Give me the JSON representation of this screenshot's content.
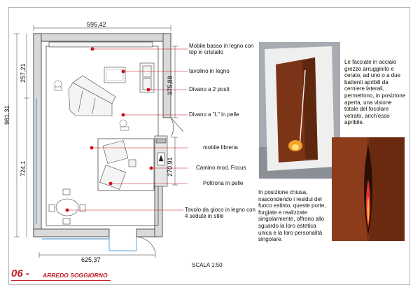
{
  "dimensions": {
    "top": "595,42",
    "bottom": "625,37",
    "left_total": "981,31",
    "left_upper": "257,21",
    "left_lower": "724,1",
    "right_upper": "375,88",
    "right_lower": "270,91"
  },
  "callouts": [
    "Mobile basso in legno con top in cristallo",
    "tavolino in legno",
    "Divano a 2 posti",
    "Divano a \"L\" in pelle",
    "mobile libreria",
    "Camino mod. Focus",
    "Poltrona  in pelle",
    "Tavolo da gioco in legno con 4 sedute in stile"
  ],
  "description_top": "Le facciate in acciaio grezzo arrugginito e cerato, ad uno o a due battenti apribili da cerniere laterali, permettono, in posizione aperta, una visione totale del focolare vetrato, anch'esso apribile.",
  "description_bottom": "In posizione chiusa, nascondendo i residui del fuoco estinto, queste porte, forgiate e realizzate singolarmente, offrono allo sguardo la loro estetica unica e la loro personalità singolare.",
  "scale": "SCALA 1:50",
  "footer": {
    "number": "06 -",
    "title": "ARREDO SOGGIORNO"
  },
  "colors": {
    "accent": "#c2202a",
    "marker": "#d0101a",
    "rust": "#8a3a1a"
  }
}
